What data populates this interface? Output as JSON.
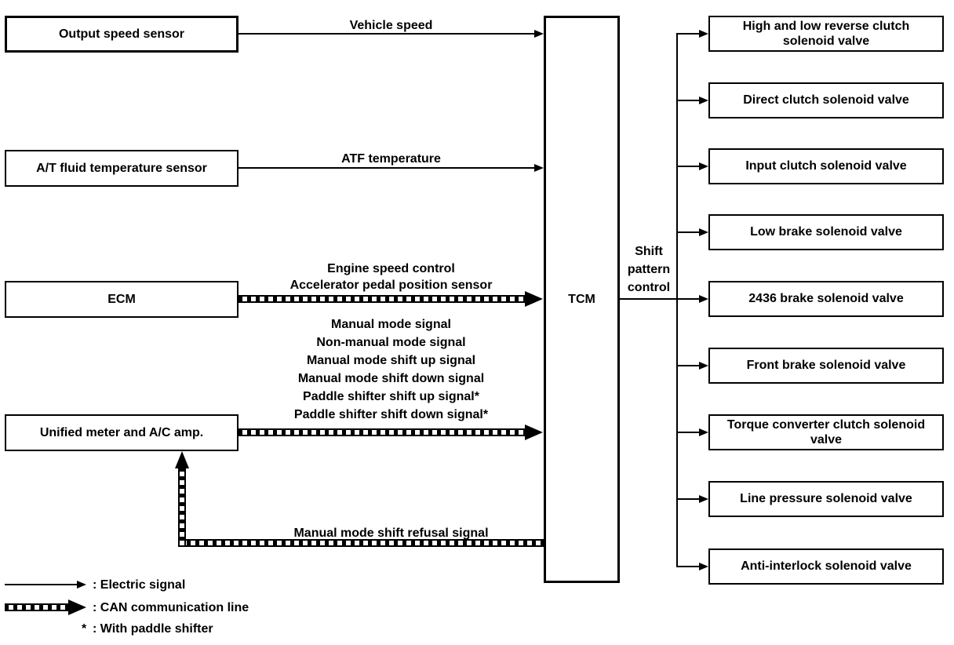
{
  "palette": {
    "line": "#000000",
    "background": "#ffffff",
    "text": "#000000"
  },
  "inputs": [
    {
      "label": "Output speed sensor"
    },
    {
      "label": "A/T fluid temperature sensor"
    },
    {
      "label": "ECM"
    },
    {
      "label": "Unified meter and A/C amp."
    }
  ],
  "tcm": {
    "label": "TCM"
  },
  "shift_pattern": {
    "lines": [
      "Shift",
      "pattern",
      "control"
    ]
  },
  "outputs": [
    {
      "label": "High and low reverse clutch solenoid valve"
    },
    {
      "label": "Direct clutch solenoid valve"
    },
    {
      "label": "Input clutch solenoid valve"
    },
    {
      "label": "Low brake solenoid valve"
    },
    {
      "label": "2436 brake solenoid valve"
    },
    {
      "label": "Front brake solenoid valve"
    },
    {
      "label": "Torque converter clutch solenoid valve"
    },
    {
      "label": "Line pressure solenoid valve"
    },
    {
      "label": "Anti-interlock solenoid valve"
    }
  ],
  "signals": {
    "vehicle_speed": "Vehicle speed",
    "atf_temperature": "ATF temperature",
    "ecm_labels": [
      "Engine speed control",
      "Accelerator pedal position sensor"
    ],
    "meter_labels": [
      "Manual mode signal",
      "Non-manual mode signal",
      "Manual mode shift up signal",
      "Manual mode shift down signal",
      "Paddle shifter shift up signal*",
      "Paddle shifter shift down signal*"
    ],
    "refusal": "Manual mode shift refusal signal"
  },
  "legend": {
    "electric": ": Electric signal",
    "can": ": CAN communication line",
    "asterisk_symbol": "*",
    "asterisk": ": With paddle shifter"
  }
}
